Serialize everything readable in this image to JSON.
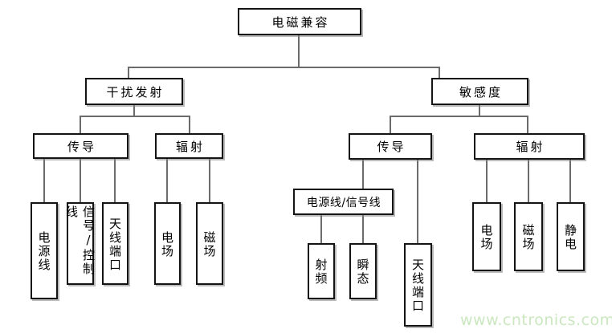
{
  "diagram": {
    "type": "tree-flowchart",
    "topic": "EMC classification diagram",
    "colors": {
      "background": "#ffffff",
      "box_border": "#141414",
      "connector": "#6b6b6b",
      "watermark": "#cbe7c0"
    },
    "watermark": "www.cntronics.com",
    "nodes": {
      "root": {
        "label": "电磁兼容"
      },
      "emission": {
        "label": "干扰发射"
      },
      "susceptibility": {
        "label": "敏感度"
      },
      "emission_conducted": {
        "label": "传导"
      },
      "emission_radiated": {
        "label": "辐射"
      },
      "susceptibility_conducted": {
        "label": "传导"
      },
      "susceptibility_radiated": {
        "label": "辐射"
      },
      "power_line": {
        "label": "电源线"
      },
      "signal_control_line": {
        "label": "信号/控制线"
      },
      "antenna_port_left": {
        "label": "天线端口"
      },
      "e_field_left": {
        "label": "电场"
      },
      "m_field_left": {
        "label": "磁场"
      },
      "power_signal_line": {
        "label": "电源线/信号线"
      },
      "rf": {
        "label": "射频"
      },
      "transient": {
        "label": "瞬态"
      },
      "antenna_port_right": {
        "label": "天线端口"
      },
      "e_field_right": {
        "label": "电场"
      },
      "m_field_right": {
        "label": "磁场"
      },
      "electrostatic": {
        "label": "静电"
      }
    },
    "tree": {
      "电磁兼容": {
        "干扰发射": {
          "传导": [
            "电源线",
            "信号/控制线",
            "天线端口"
          ],
          "辐射": [
            "电场",
            "磁场"
          ]
        },
        "敏感度": {
          "传导": {
            "电源线/信号线": [
              "射频",
              "瞬态"
            ],
            "天线端口": []
          },
          "辐射": [
            "电场",
            "磁场",
            "静电"
          ]
        }
      }
    }
  }
}
